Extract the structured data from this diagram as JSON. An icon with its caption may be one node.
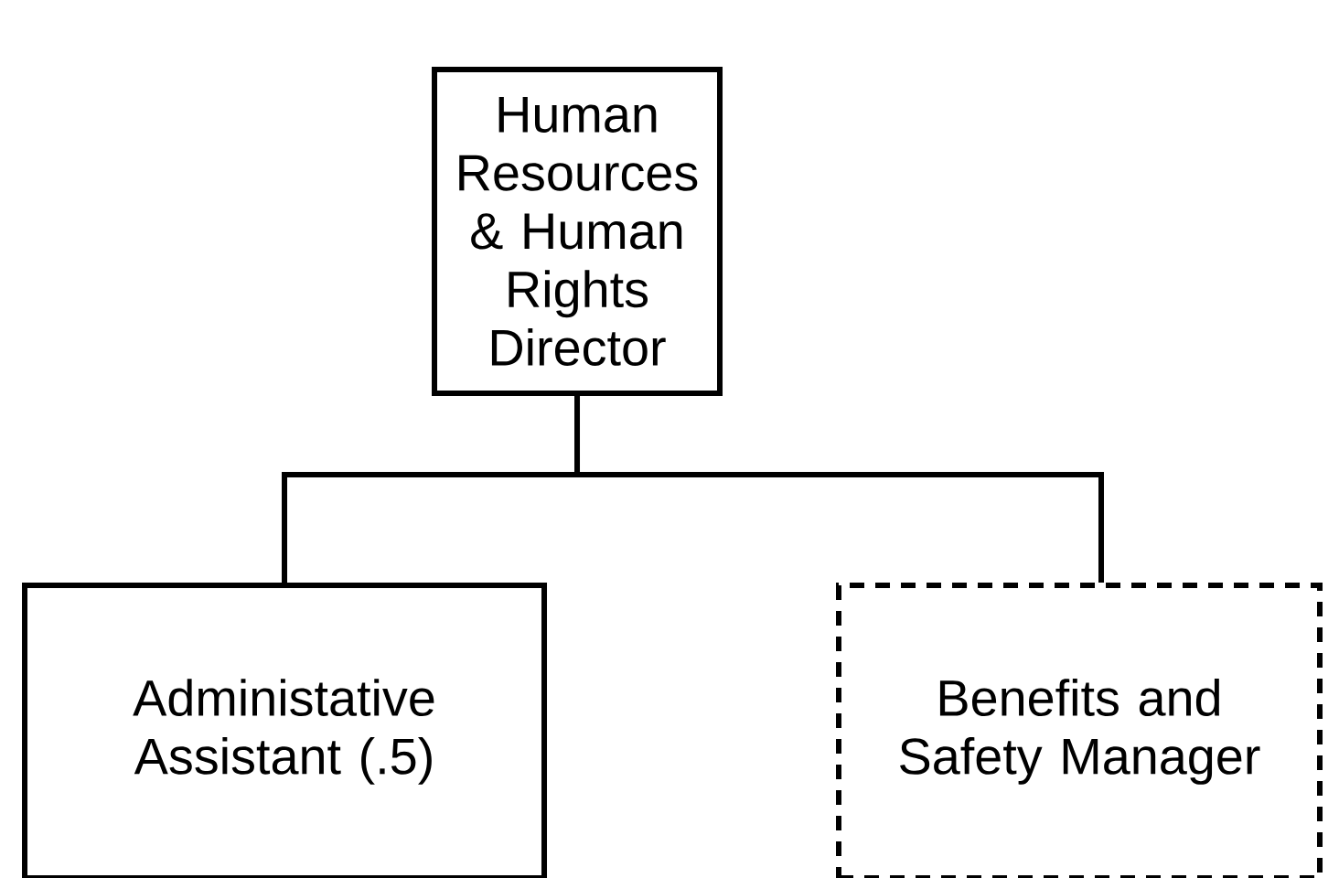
{
  "diagram": {
    "nodes": [
      {
        "text": [
          "Human Resources & Human Rights Director"
        ]
      },
      {
        "text": [
          "Administative Assistant (.5)"
        ]
      },
      {
        "text": [
          "Benefits and Safety Manager"
        ]
      }
    ],
    "edges": [
      {
        "from": 0,
        "to": 1,
        "arrow": "none"
      },
      {
        "from": 0,
        "to": 2,
        "arrow": "none"
      }
    ]
  }
}
